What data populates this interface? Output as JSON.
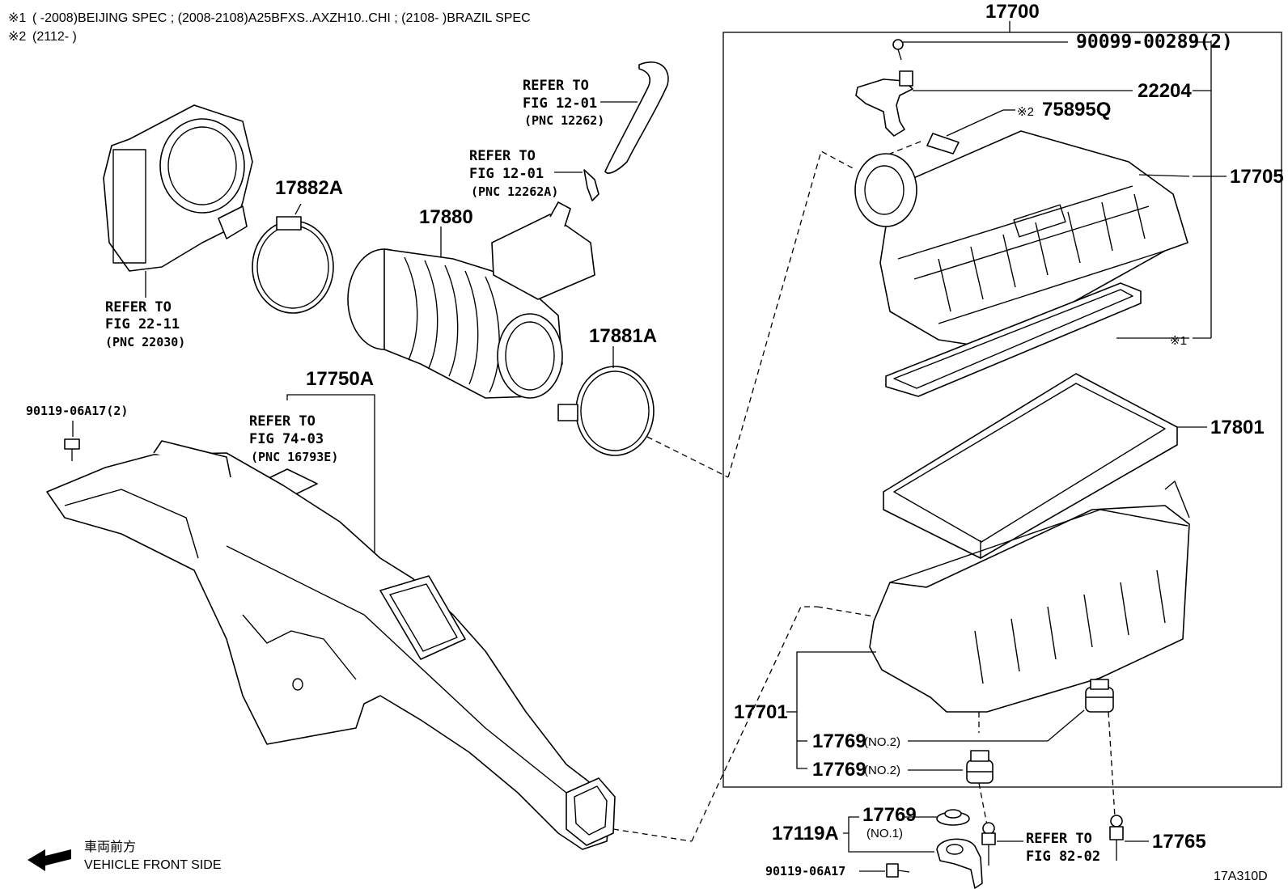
{
  "notes": {
    "note1_mark": "※1",
    "note1_text": "(        -2008)BEIJING SPEC ; (2008-2108)A25BFXS..AXZH10..CHI ; (2108-        )BRAZIL SPEC",
    "note2_mark": "※2",
    "note2_text": "(2112-        )"
  },
  "parts": {
    "p17700": "17700",
    "p90099": "90099-00289(2)",
    "p22204": "22204",
    "p75895q_mark": "※2",
    "p75895q": "75895Q",
    "p17705": "17705",
    "mark1": "※1",
    "p17801": "17801",
    "p17701": "17701",
    "p17769a": "17769",
    "p17769a_sub": "(NO.2)",
    "p17769b": "17769",
    "p17769b_sub": "(NO.2)",
    "p17769c": "17769",
    "p17769c_sub": "(NO.1)",
    "p17119a": "17119A",
    "p17765": "17765",
    "p90119b": "90119-06A17",
    "p17882a": "17882A",
    "p17880": "17880",
    "p17881a": "17881A",
    "p17750a": "17750A",
    "p90119a": "90119-06A17(2)"
  },
  "refs": {
    "r1": {
      "l1": "REFER TO",
      "l2": "FIG 12-01",
      "l3": "(PNC 12262)"
    },
    "r2": {
      "l1": "REFER TO",
      "l2": "FIG 12-01",
      "l3": "(PNC 12262A)"
    },
    "r3": {
      "l1": "REFER TO",
      "l2": "FIG 22-11",
      "l3": "(PNC 22030)"
    },
    "r4": {
      "l1": "REFER TO",
      "l2": "FIG 74-03",
      "l3": "(PNC 16793E)"
    },
    "r5": {
      "l1": "REFER TO",
      "l2": "FIG 82-02"
    }
  },
  "direction": {
    "jp": "車両前方",
    "en": "VEHICLE FRONT SIDE"
  },
  "figure_id": "17A310D"
}
